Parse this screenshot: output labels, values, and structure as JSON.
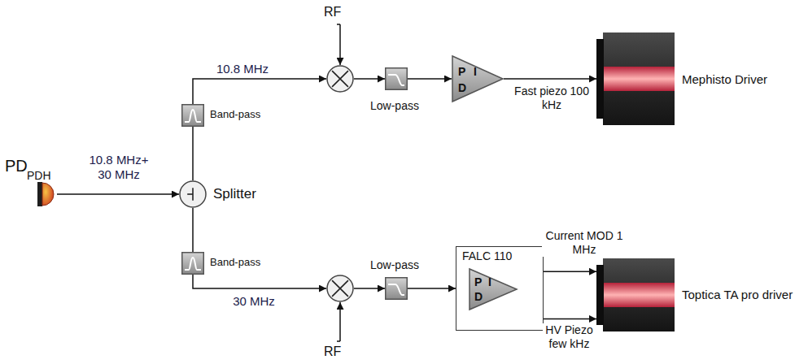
{
  "diagram": {
    "nodes": [
      {
        "text": [
          "PD",
          "PDH"
        ]
      },
      {
        "text": [
          "Splitter"
        ]
      },
      {
        "text": [
          "Band-pass"
        ]
      },
      {
        "text": [
          "RF"
        ]
      },
      {
        "text": [
          "Low-pass"
        ]
      },
      {
        "text": [
          "P",
          "I",
          "D"
        ]
      },
      {
        "text": [
          "Mephisto Driver"
        ]
      },
      {
        "text": [
          "Band-pass"
        ]
      },
      {
        "text": [
          "RF"
        ]
      },
      {
        "text": [
          "Low-pass"
        ]
      },
      {
        "text": [
          "FALC 110"
        ]
      },
      {
        "text": [
          "P",
          "I",
          "D"
        ],
        "in": 10
      },
      {
        "text": [
          "Toptica TA pro driver"
        ]
      }
    ],
    "edges": [
      {
        "from": 0,
        "to": 1,
        "arrow": "to",
        "label": "10.8 MHz+ 30 MHz"
      },
      {
        "from": 1,
        "to": 2,
        "arrow": "none"
      },
      {
        "from": 1,
        "to": 7,
        "arrow": "none"
      },
      {
        "from": 2,
        "to": 3,
        "arrow": "to",
        "label": "10.8 MHz"
      },
      {
        "from": 3,
        "to": 4,
        "arrow": "to"
      },
      {
        "from": 4,
        "to": 5,
        "arrow": "to"
      },
      {
        "from": 5,
        "to": 6,
        "arrow": "to",
        "label": "Fast piezo 100 kHz"
      },
      {
        "from": 7,
        "to": 8,
        "arrow": "to",
        "label": "30 MHz"
      },
      {
        "from": 8,
        "to": 9,
        "arrow": "to"
      },
      {
        "from": 9,
        "to": 10,
        "arrow": "to"
      },
      {
        "from": 10,
        "to": 12,
        "arrow": "to",
        "label": "Current MOD 1 MHz"
      },
      {
        "from": 10,
        "to": 12,
        "arrow": "to",
        "label": "HV Piezo few kHz"
      }
    ]
  }
}
